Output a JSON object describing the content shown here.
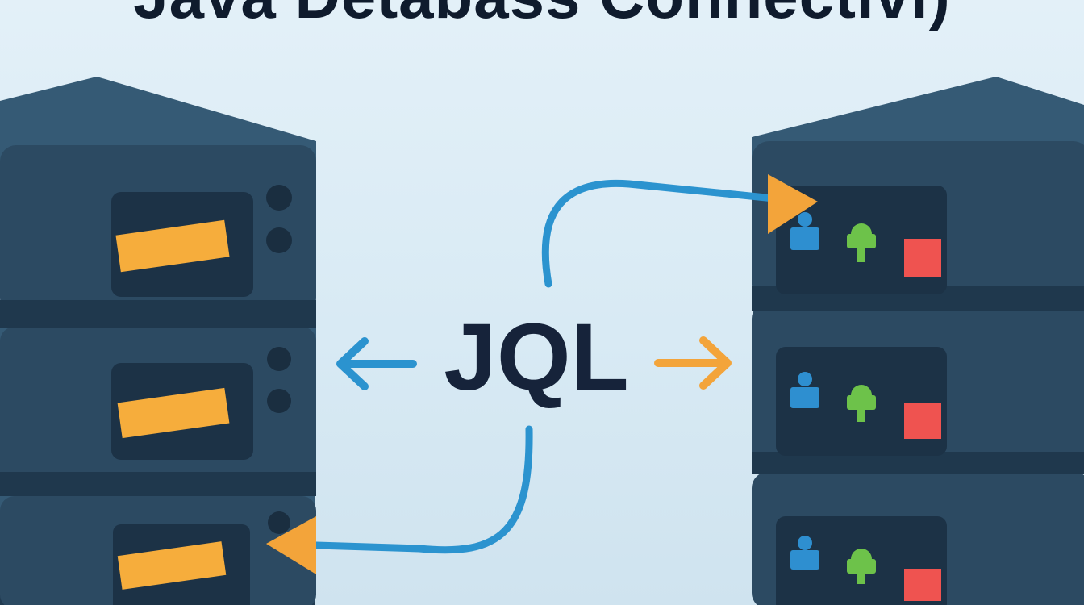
{
  "title": "Java Detabass Connectivi)",
  "center_label": "JQL",
  "colors": {
    "background": "#dcecf5",
    "server_body": "#2c4a62",
    "server_top": "#355a75",
    "server_side": "#203a50",
    "server_panel": "#1d3347",
    "title_text": "#0f1b2d",
    "label_text": "#16233a",
    "slot_yellow": "#f6ad3c",
    "arrow_blue": "#2b93cf",
    "arrow_orange": "#f3a43a",
    "indicator_blue": "#2e8fd0",
    "indicator_green": "#6dc24a",
    "indicator_red": "#ef5350"
  },
  "left_stack": {
    "units": 3,
    "slot_icon": "drive-slot",
    "dot_icon": "status-dot"
  },
  "right_stack": {
    "units": 3,
    "indicators": [
      "user-icon",
      "lock-icon",
      "stop-square-icon"
    ]
  },
  "connectors": [
    "curved-arrow-to-right-server",
    "curved-arrow-to-left-server",
    "left-arrow",
    "right-arrow"
  ]
}
